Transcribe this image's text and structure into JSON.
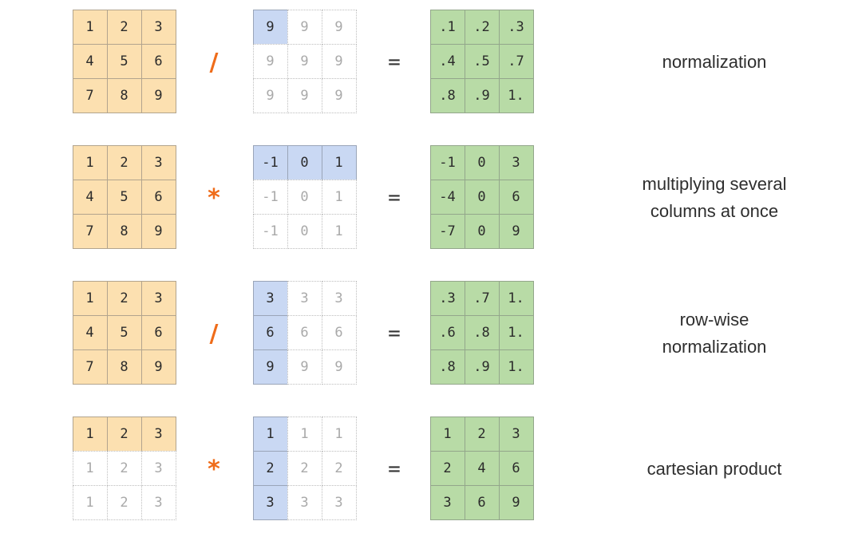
{
  "colors": {
    "left_matrix": "#fce0b0",
    "middle_matrix": "#c9d8f3",
    "result_matrix": "#b8dba6",
    "operator": "#ef6c1a"
  },
  "equals_sign": "=",
  "examples": [
    {
      "operator": "/",
      "label": "normalization",
      "left": [
        [
          "1",
          "2",
          "3"
        ],
        [
          "4",
          "5",
          "6"
        ],
        [
          "7",
          "8",
          "9"
        ]
      ],
      "left_solid_rows": 3,
      "middle": [
        [
          "9",
          "9",
          "9"
        ],
        [
          "9",
          "9",
          "9"
        ],
        [
          "9",
          "9",
          "9"
        ]
      ],
      "middle_solid": "single",
      "result": [
        [
          ".1",
          ".2",
          ".3"
        ],
        [
          ".4",
          ".5",
          ".7"
        ],
        [
          ".8",
          ".9",
          "1."
        ]
      ]
    },
    {
      "operator": "*",
      "label": "multiplying several\ncolumns at once",
      "left": [
        [
          "1",
          "2",
          "3"
        ],
        [
          "4",
          "5",
          "6"
        ],
        [
          "7",
          "8",
          "9"
        ]
      ],
      "left_solid_rows": 3,
      "middle": [
        [
          "-1",
          "0",
          "1"
        ],
        [
          "-1",
          "0",
          "1"
        ],
        [
          "-1",
          "0",
          "1"
        ]
      ],
      "middle_solid": "row",
      "result": [
        [
          "-1",
          "0",
          "3"
        ],
        [
          "-4",
          "0",
          "6"
        ],
        [
          "-7",
          "0",
          "9"
        ]
      ]
    },
    {
      "operator": "/",
      "label": "row-wise\nnormalization",
      "left": [
        [
          "1",
          "2",
          "3"
        ],
        [
          "4",
          "5",
          "6"
        ],
        [
          "7",
          "8",
          "9"
        ]
      ],
      "left_solid_rows": 3,
      "middle": [
        [
          "3",
          "3",
          "3"
        ],
        [
          "6",
          "6",
          "6"
        ],
        [
          "9",
          "9",
          "9"
        ]
      ],
      "middle_solid": "column",
      "result": [
        [
          ".3",
          ".7",
          "1."
        ],
        [
          ".6",
          ".8",
          "1."
        ],
        [
          ".8",
          ".9",
          "1."
        ]
      ]
    },
    {
      "operator": "*",
      "label": "cartesian product",
      "left": [
        [
          "1",
          "2",
          "3"
        ],
        [
          "1",
          "2",
          "3"
        ],
        [
          "1",
          "2",
          "3"
        ]
      ],
      "left_solid_rows": 1,
      "middle": [
        [
          "1",
          "1",
          "1"
        ],
        [
          "2",
          "2",
          "2"
        ],
        [
          "3",
          "3",
          "3"
        ]
      ],
      "middle_solid": "column",
      "result": [
        [
          "1",
          "2",
          "3"
        ],
        [
          "2",
          "4",
          "6"
        ],
        [
          "3",
          "6",
          "9"
        ]
      ]
    }
  ]
}
